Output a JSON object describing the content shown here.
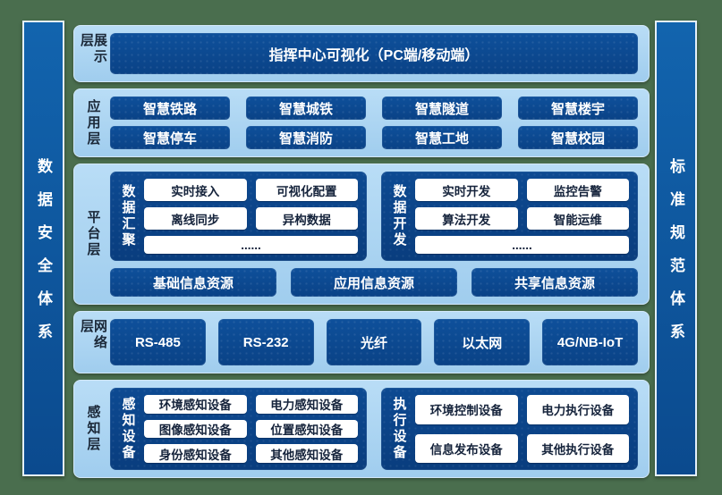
{
  "diagram": {
    "background_color": "#4a6e4e",
    "accent_colors": {
      "layer_bg": "#a9d3f1",
      "node_blue": "#0c4a94",
      "panel_blue": "#0b4286",
      "pillar_blue": "#0f5aa4",
      "white_box_bg": "#ffffff",
      "dark_text": "#15233b"
    },
    "pillars": {
      "left": "数据安全体系",
      "right": "标准规范体系"
    },
    "layers": [
      {
        "label": "展示层",
        "title": "指挥中心可视化（PC端/移动端）"
      },
      {
        "label": "应用层",
        "buttons": [
          "智慧铁路",
          "智慧城铁",
          "智慧隧道",
          "智慧楼宇",
          "智慧停车",
          "智慧消防",
          "智慧工地",
          "智慧校园"
        ]
      },
      {
        "label": "平台层",
        "groups": [
          {
            "label": "数据汇聚",
            "items": [
              "实时接入",
              "可视化配置",
              "离线同步",
              "异构数据"
            ],
            "more": "......"
          },
          {
            "label": "数据开发",
            "items": [
              "实时开发",
              "监控告警",
              "算法开发",
              "智能运维"
            ],
            "more": "......"
          }
        ],
        "resources": [
          "基础信息资源",
          "应用信息资源",
          "共享信息资源"
        ]
      },
      {
        "label": "网络层",
        "buttons": [
          "RS-485",
          "RS-232",
          "光纤",
          "以太网",
          "4G/NB-IoT"
        ]
      },
      {
        "label": "感知层",
        "groups": [
          {
            "label": "感知设备",
            "items": [
              "环境感知设备",
              "电力感知设备",
              "图像感知设备",
              "位置感知设备",
              "身份感知设备",
              "其他感知设备"
            ]
          },
          {
            "label": "执行设备",
            "items": [
              "环境控制设备",
              "电力执行设备",
              "信息发布设备",
              "其他执行设备"
            ]
          }
        ]
      }
    ]
  }
}
